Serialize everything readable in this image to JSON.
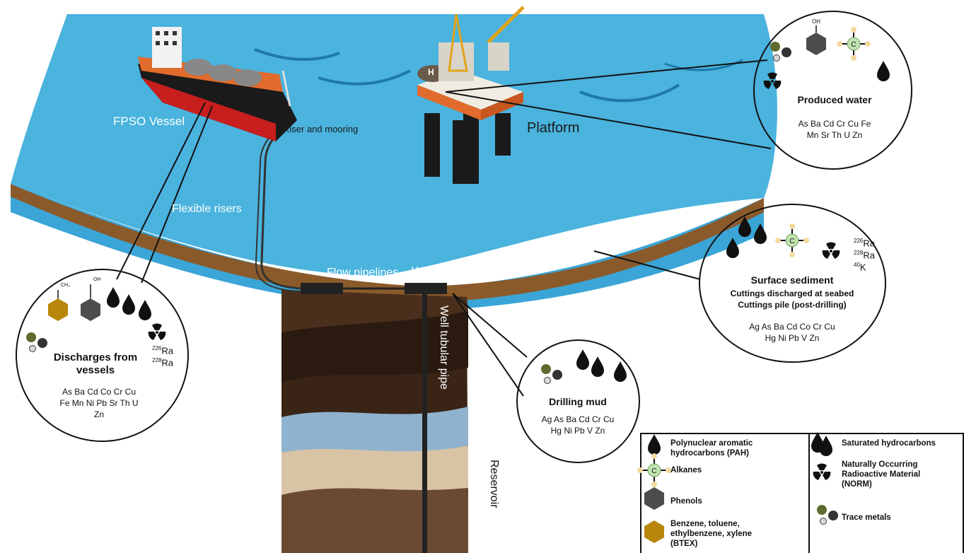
{
  "scene": {
    "fpso_label": "FPSO Vessel",
    "riser_mooring_label": "Riser and mooring",
    "platform_label": "Platform",
    "flexible_risers_label": "Flexible risers",
    "flow_pipelines_label": "Flow pipelines",
    "well_label": "Well",
    "well_pipe_label": "Well tubular pipe",
    "reservoir_label": "Reservoir",
    "helipad_letter": "H"
  },
  "circles": {
    "produced_water": {
      "title": "Produced water",
      "metals_line1": "As  Ba  Cd Cr  Cu  Fe",
      "metals_line2": "Mn  Sr  Th U  Zn",
      "phenol_label": "OH"
    },
    "surface_sediment": {
      "title": "Surface sediment",
      "subtitle1": "Cuttings discharged at seabed",
      "subtitle2": "Cuttings pile (post-drilling)",
      "metals_line1": "Ag  As  Ba  Cd  Co  Cr  Cu",
      "metals_line2": "Hg  Ni  Pb  V  Zn",
      "iso1_mass": "226",
      "iso1_el": "Ra",
      "iso2_mass": "228",
      "iso2_el": "Ra",
      "iso3_mass": "40",
      "iso3_el": "K"
    },
    "drilling_mud": {
      "title": "Drilling mud",
      "metals_line1": "Ag  As  Ba  Cd  Cr  Cu",
      "metals_line2": "Hg  Ni  Pb  V  Zn"
    },
    "discharges": {
      "title_line1": "Discharges from",
      "title_line2": "vessels",
      "metals_line1": "As   Ba   Cd  Co   Cr   Cu",
      "metals_line2": "Fe   Mn   Ni   Pb  Sr   Th U",
      "metals_line3": "Zn",
      "iso1_mass": "226",
      "iso1_el": "Ra",
      "iso2_mass": "228",
      "iso2_el": "Ra",
      "phenol_label": "OH",
      "btex_label": "CH₃"
    }
  },
  "legend": {
    "pah_line1": "Polynuclear aromatic",
    "pah_line2": "hydrocarbons (PAH)",
    "alkanes": "Alkanes",
    "phenols": "Phenols",
    "btex_line1": "Benzene, toluene,",
    "btex_line2": "ethylbenzene, xylene",
    "btex_line3": "(BTEX)",
    "saturated": "Saturated hydrocarbons",
    "norm_line1": "Naturally Occurring",
    "norm_line2": "Radioactive Material",
    "norm_line3": "(NORM)",
    "trace_metals": "Trace metals"
  },
  "colors": {
    "sea": "#4ab3de",
    "sea_dark": "#2c8fc4",
    "seabed": "#8b5a2b",
    "pah": "#111111",
    "phenol": "#4d4d4d",
    "btex": "#b8860b",
    "alkane_center": "#bfe3b0",
    "alkane_h": "#f3d9a0",
    "metal_green": "#5d6b2f",
    "metal_dark": "#333333",
    "metal_light": "#d9d9d9"
  }
}
